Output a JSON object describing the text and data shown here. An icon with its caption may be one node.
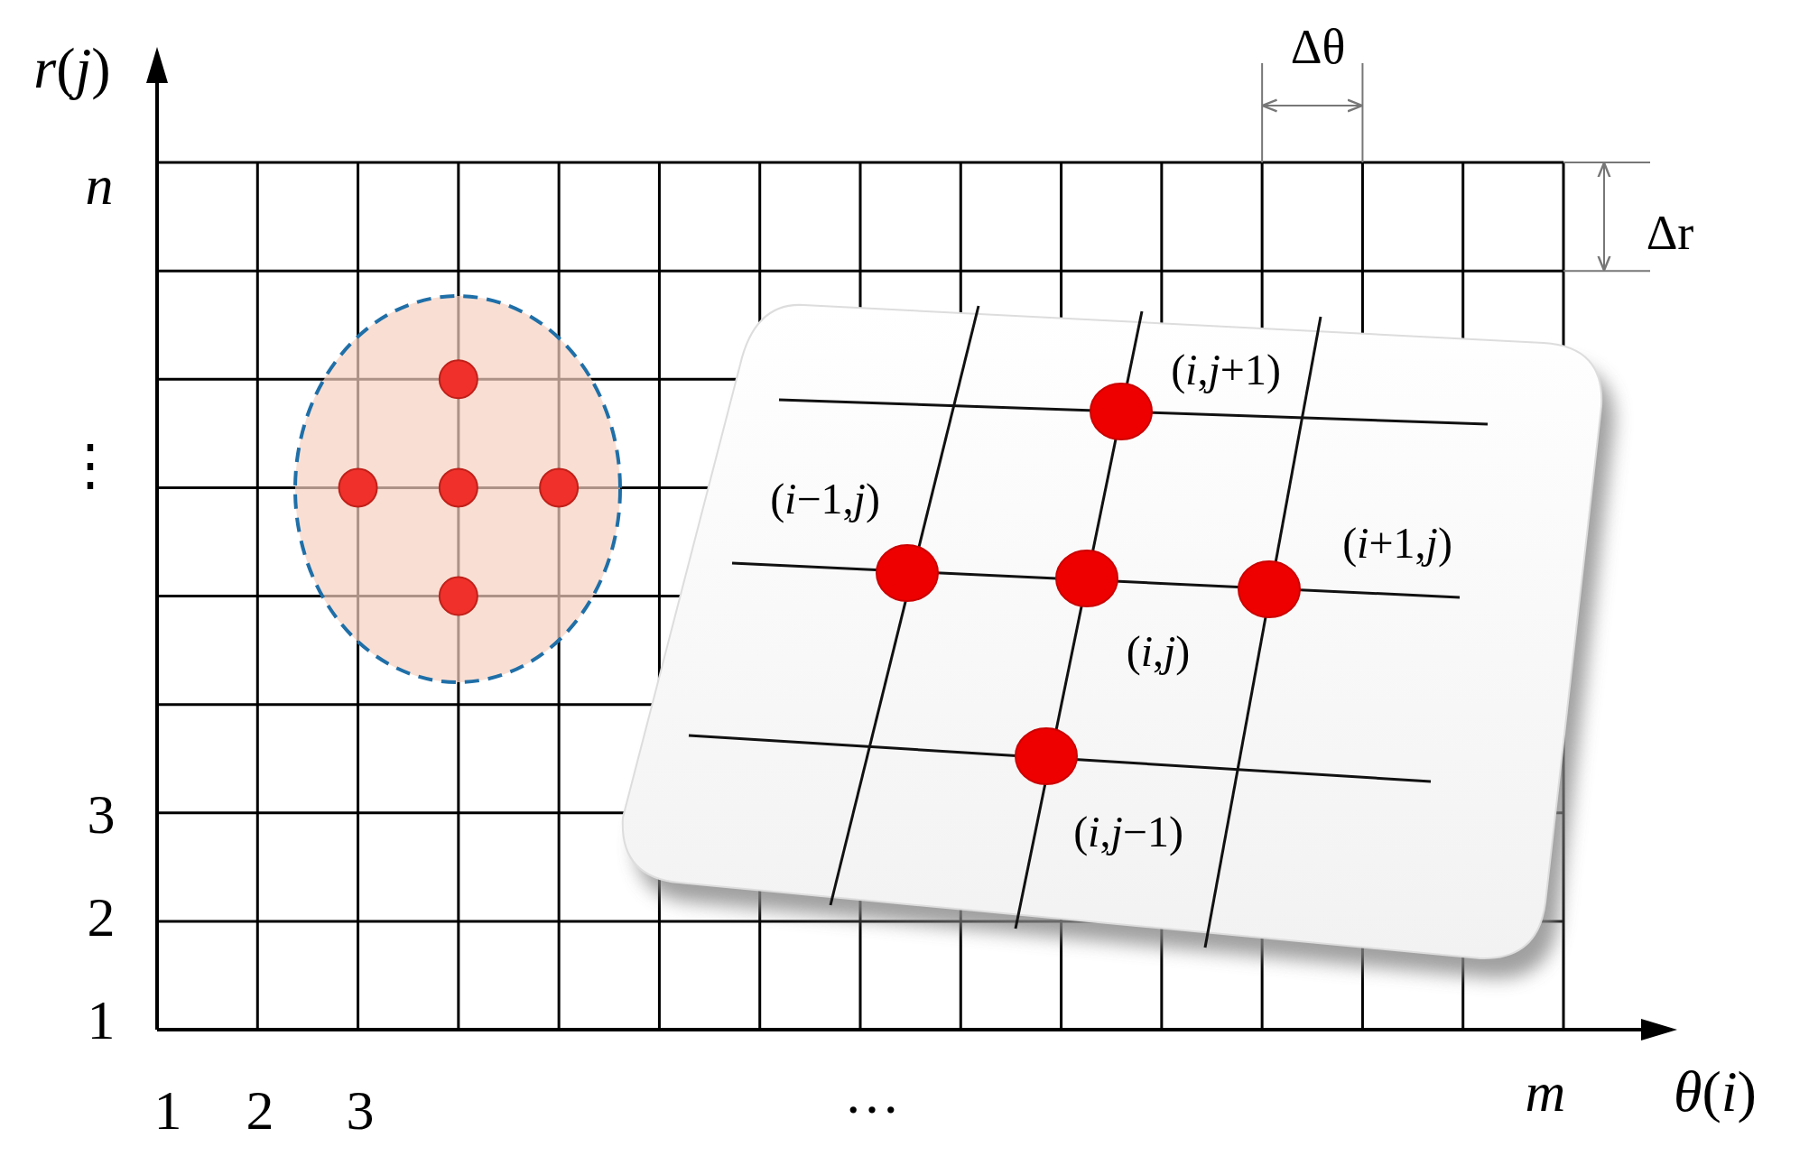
{
  "diagram": {
    "labels": [
      "*r*(*j*)",
      "Δθ",
      "*n*",
      "Δr",
      "(*i*,*j*+1)",
      "⋮",
      "(*i*−1,*j*)",
      "(*i*+1,*j*)",
      "(*i*,*j*)",
      "3",
      "(*i*,*j*−1)",
      "2",
      "1",
      "*θ*(*i*)",
      "1",
      "2",
      "3",
      "…",
      "*m*"
    ]
  }
}
